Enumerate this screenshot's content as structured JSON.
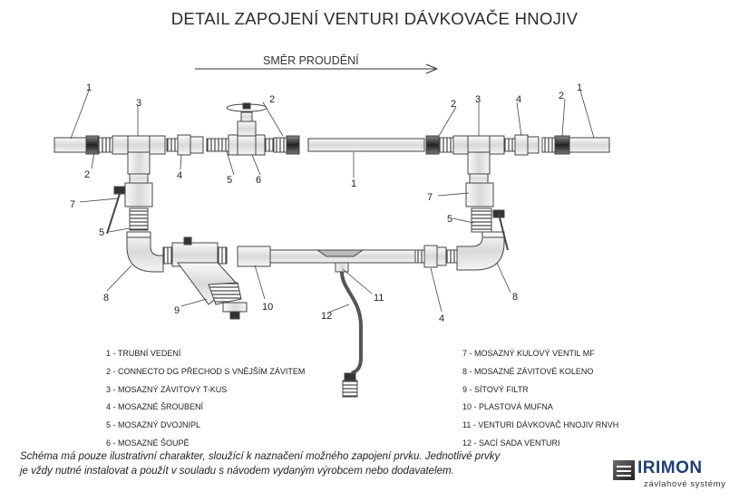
{
  "title": "DETAIL ZAPOJENÍ VENTURI DÁVKOVAČE HNOJIV",
  "flow_label": "SMĚR PROUDĚNÍ",
  "callouts": {
    "n1a": "1",
    "n1b": "1",
    "n1c": "1",
    "n2a": "2",
    "n2b": "2",
    "n2c": "2",
    "n2d": "2",
    "n3a": "3",
    "n3b": "3",
    "n4a": "4",
    "n4b": "4",
    "n4c": "4",
    "n5a": "5",
    "n5b": "5",
    "n5c": "5",
    "n6": "6",
    "n7a": "7",
    "n7b": "7",
    "n8a": "8",
    "n8b": "8",
    "n9": "9",
    "n10": "10",
    "n11": "11",
    "n12": "12"
  },
  "legend_left": [
    "1 - TRUBNÍ VEDENÍ",
    "2 - CONNECTO DG PŘECHOD S VNĚJŠÍM ZÁVITEM",
    "3 - MOSAZNÝ ZÁVITOVÝ T-KUS",
    "4 - MOSAZNÉ ŠROUBENÍ",
    "5 - MOSAZNÝ DVOJNIPL",
    "6 - MOSAZNÉ ŠOUPĚ"
  ],
  "legend_right": [
    "7 - MOSAZNÝ KULOVÝ VENTIL MF",
    "8 - MOSAZNÉ ZÁVITOVÉ KOLENO",
    "9 - SÍTOVÝ FILTR",
    "10 - PLASTOVÁ MUFNA",
    "11 - VENTURI DÁVKOVAČ HNOJIV RNVH",
    "12 - SACÍ SADA VENTURI"
  ],
  "note_line1": "Schéma má pouze ilustrativní charakter, sloužící k naznačení možného zapojení prvku. Jednotlivé prvky",
  "note_line2": "je vždy nutné instalovat a použít v souladu s návodem vydaným výrobcem nebo dodavatelem.",
  "logo": {
    "name": "IRIMON",
    "tagline": "závlahové systémy",
    "color": "#1f3f74"
  }
}
